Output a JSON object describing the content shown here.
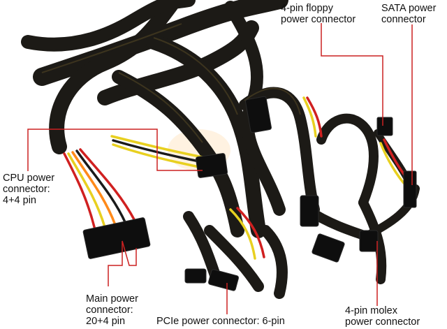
{
  "image": {
    "background": "#ffffff",
    "cable_sleeve": "#1c1a16",
    "callout_line": "#cc2020",
    "wire_colors": [
      "#e8d020",
      "#d02020",
      "#1a1a1a",
      "#ff8a1a"
    ]
  },
  "labels": {
    "floppy": [
      "4-pin floppy",
      "power connector"
    ],
    "sata": [
      "SATA power",
      "connector"
    ],
    "cpu": [
      "CPU power",
      "connector:",
      "4+4 pin"
    ],
    "main": [
      "Main power",
      "connector:",
      "20+4 pin"
    ],
    "pcie": [
      "PCIe power connector: 6-pin"
    ],
    "molex": [
      "4-pin molex",
      "power connector"
    ]
  }
}
